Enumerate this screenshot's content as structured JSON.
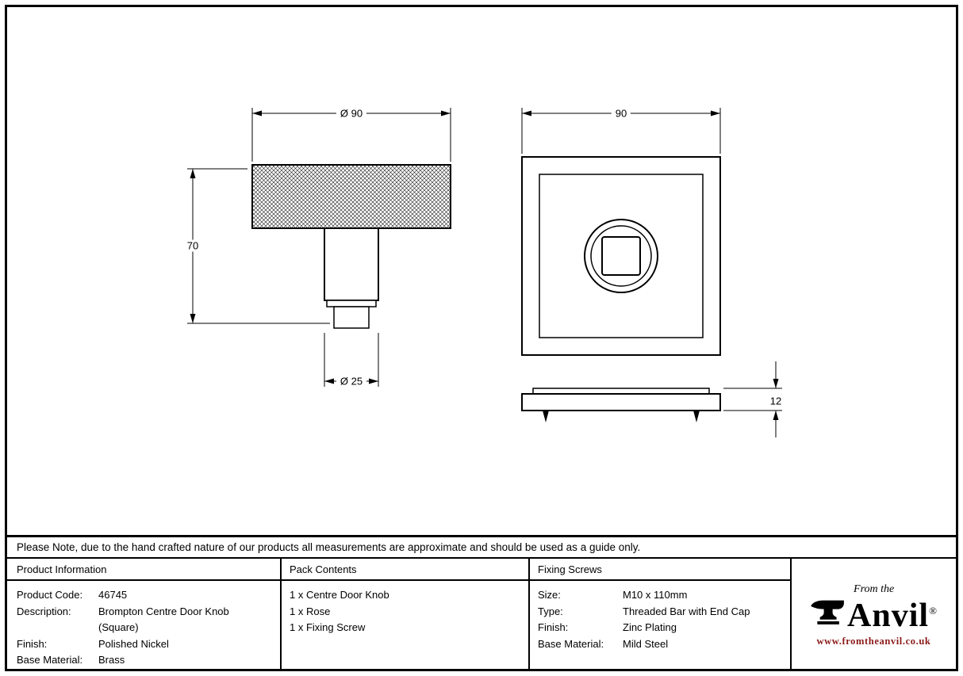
{
  "note": "Please Note, due to the hand crafted nature of our products all measurements are approximate and should be used as a guide only.",
  "drawing": {
    "knob_diameter": "Ø 90",
    "knob_height": "70",
    "stem_diameter": "Ø 25",
    "rose_width": "90",
    "rose_thickness": "12"
  },
  "product_information": {
    "header": "Product Information",
    "rows": [
      {
        "label": "Product Code:",
        "value": "46745"
      },
      {
        "label": "Description:",
        "value": "Brompton Centre Door Knob (Square)"
      },
      {
        "label": "Finish:",
        "value": "Polished Nickel"
      },
      {
        "label": "Base Material:",
        "value": "Brass"
      }
    ]
  },
  "pack_contents": {
    "header": "Pack Contents",
    "items": [
      "1 x Centre Door Knob",
      "1 x Rose",
      "1 x Fixing Screw"
    ]
  },
  "fixing_screws": {
    "header": "Fixing Screws",
    "rows": [
      {
        "label": "Size:",
        "value": "M10 x 110mm"
      },
      {
        "label": "Type:",
        "value": "Threaded Bar with End Cap"
      },
      {
        "label": "Finish:",
        "value": "Zinc Plating"
      },
      {
        "label": "Base Material:",
        "value": "Mild Steel"
      }
    ]
  },
  "logo": {
    "tagline": "From the",
    "brand": "Anvil",
    "registered": "®",
    "website": "www.fromtheanvil.co.uk"
  },
  "colors": {
    "line": "#000000",
    "website_text": "#8b1a1a",
    "background": "#ffffff"
  }
}
